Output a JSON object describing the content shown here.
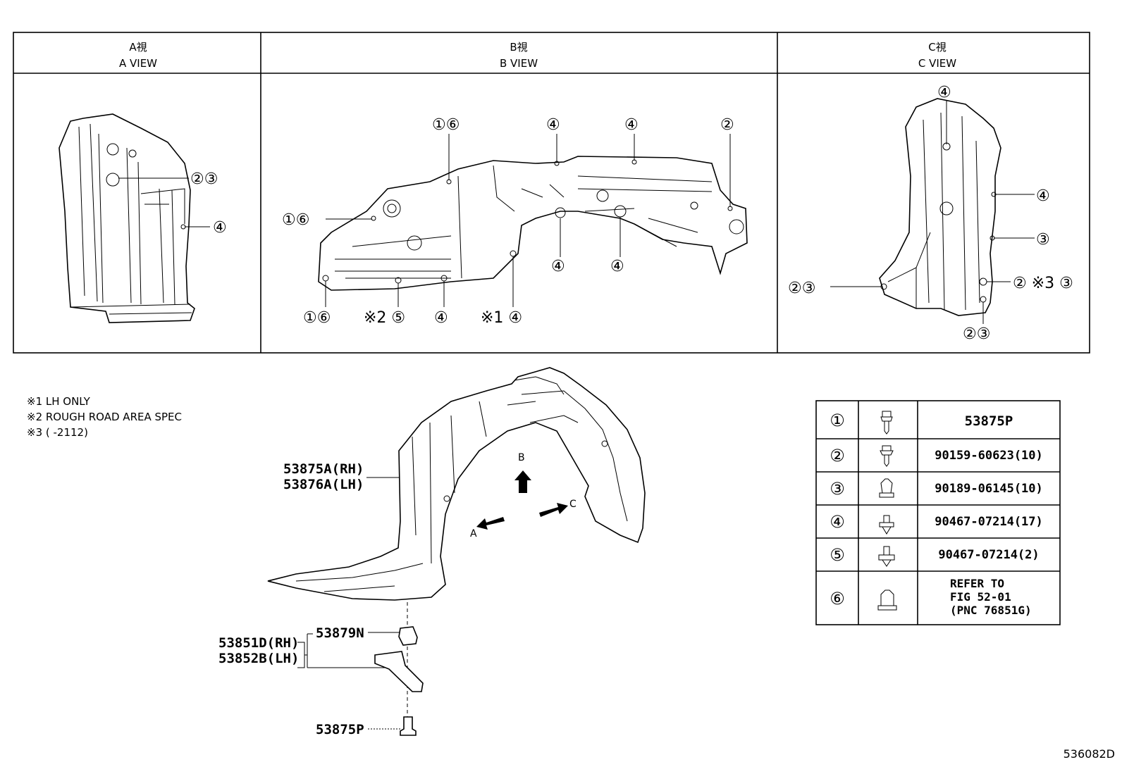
{
  "views": [
    {
      "jp": "A視",
      "en": "A VIEW"
    },
    {
      "jp": "B視",
      "en": "B VIEW"
    },
    {
      "jp": "C視",
      "en": "C VIEW"
    }
  ],
  "callouts": {
    "a": [
      "②③",
      "④"
    ],
    "b_top": [
      "①⑥",
      "④",
      "④",
      "②"
    ],
    "b_left": "①⑥",
    "b_mid": [
      "④",
      "④"
    ],
    "b_bottom": [
      "①⑥",
      "※2 ⑤",
      "④",
      "※1 ④"
    ],
    "c": [
      "④",
      "④",
      "③",
      "②③",
      "② ※3 ③",
      "②③"
    ]
  },
  "notes": [
    "※1 LH ONLY",
    "※2 ROUGH ROAD AREA SPEC",
    "※3 (      -2112)"
  ],
  "part_labels": {
    "liner_rh": "53875A(RH)",
    "liner_lh": "53876A(LH)",
    "clip": "53879N",
    "bracket_rh": "53851D(RH)",
    "bracket_lh": "53852B(LH)",
    "bolt": "53875P"
  },
  "arrows": {
    "a": "A",
    "b": "B",
    "c": "C"
  },
  "legend": [
    {
      "num": "①",
      "part": "53875P"
    },
    {
      "num": "②",
      "part": "90159-60623(10)"
    },
    {
      "num": "③",
      "part": "90189-06145(10)"
    },
    {
      "num": "④",
      "part": "90467-07214(17)"
    },
    {
      "num": "⑤",
      "part": "90467-07214(2)"
    },
    {
      "num": "⑥",
      "part": [
        "REFER TO",
        "FIG 52-01",
        "(PNC 76851G)"
      ]
    }
  ],
  "diagram_id": "536082D"
}
